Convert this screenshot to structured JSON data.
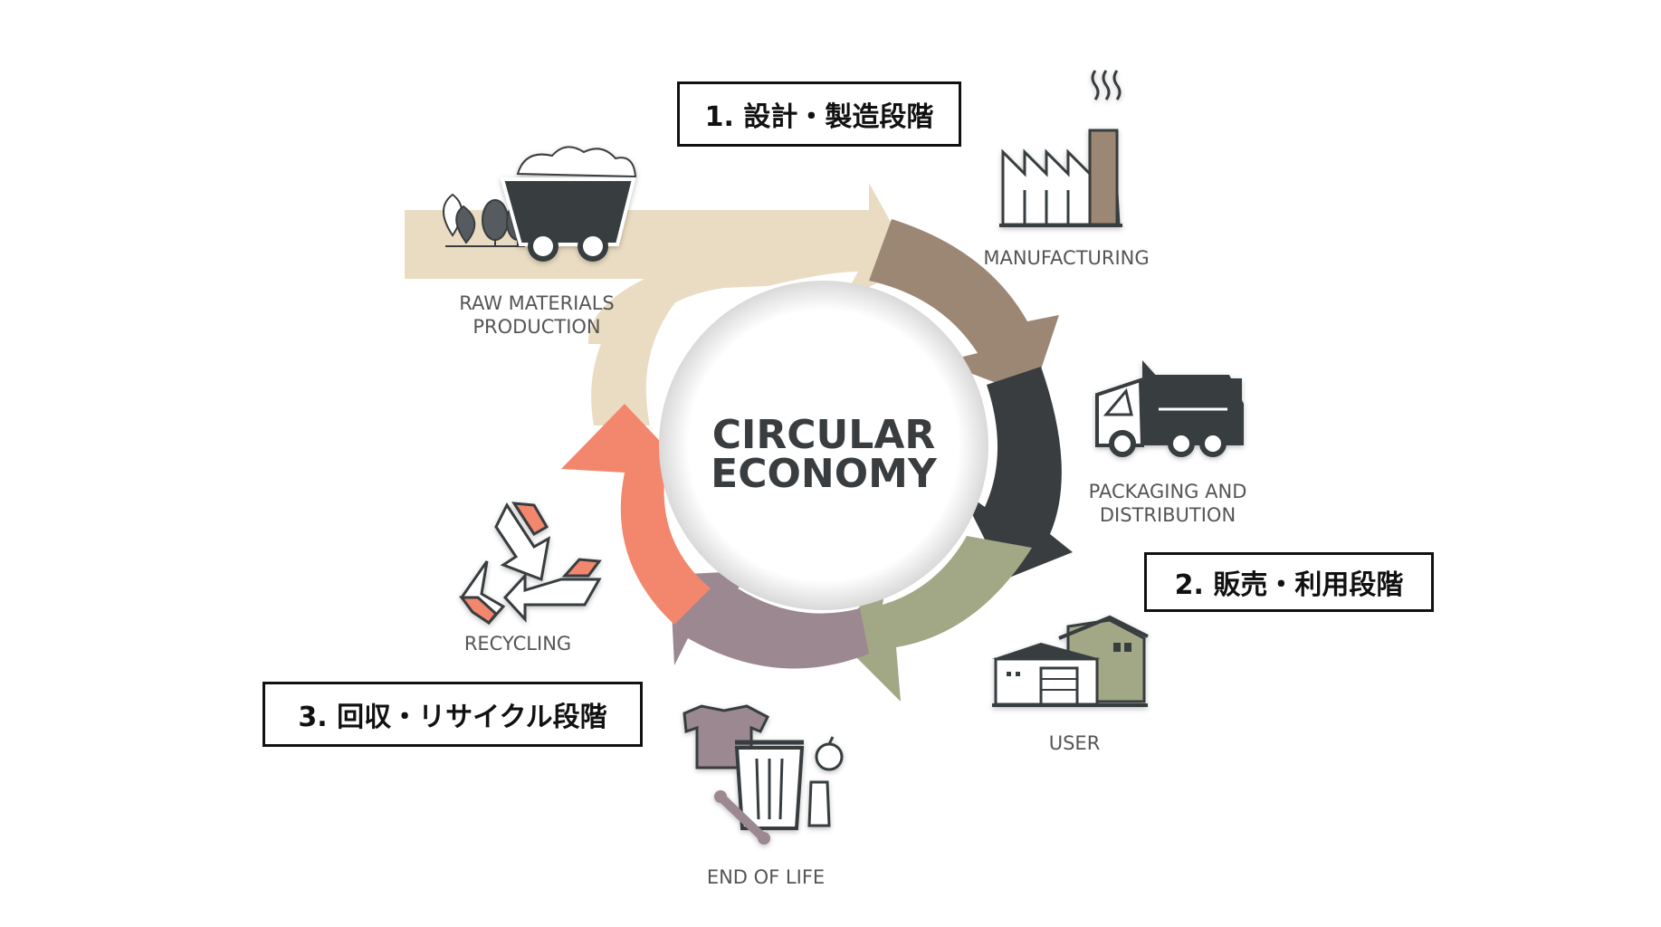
{
  "center": {
    "line1": "CIRCULAR",
    "line2": "ECONOMY"
  },
  "stages": {
    "raw_materials": {
      "line1": "RAW MATERIALS",
      "line2": "PRODUCTION"
    },
    "manufacturing": {
      "line1": "MANUFACTURING"
    },
    "packaging": {
      "line1": "PACKAGING AND",
      "line2": "DISTRIBUTION"
    },
    "user": {
      "line1": "USER"
    },
    "end_of_life": {
      "line1": "END OF LIFE"
    },
    "recycling": {
      "line1": "RECYCLING"
    }
  },
  "phases": {
    "design": "1.  設計・製造段階",
    "sales": "2.  販売・利用段階",
    "collection": "3.  回収・リサイクル段階"
  },
  "icons": {
    "raw_materials": "mine-cart-icon",
    "trees": "trees-icon",
    "manufacturing": "factory-icon",
    "packaging": "delivery-truck-icon",
    "user": "house-icon",
    "end_of_life": "trash-can-icon",
    "recycling": "recycle-icon"
  },
  "colors": {
    "raw": "#eadcc3",
    "manufacturing": "#9c8774",
    "packaging": "#393d3f",
    "user": "#a2a786",
    "end_of_life": "#9b8890",
    "recycling": "#f2876d",
    "text": "#555555"
  }
}
